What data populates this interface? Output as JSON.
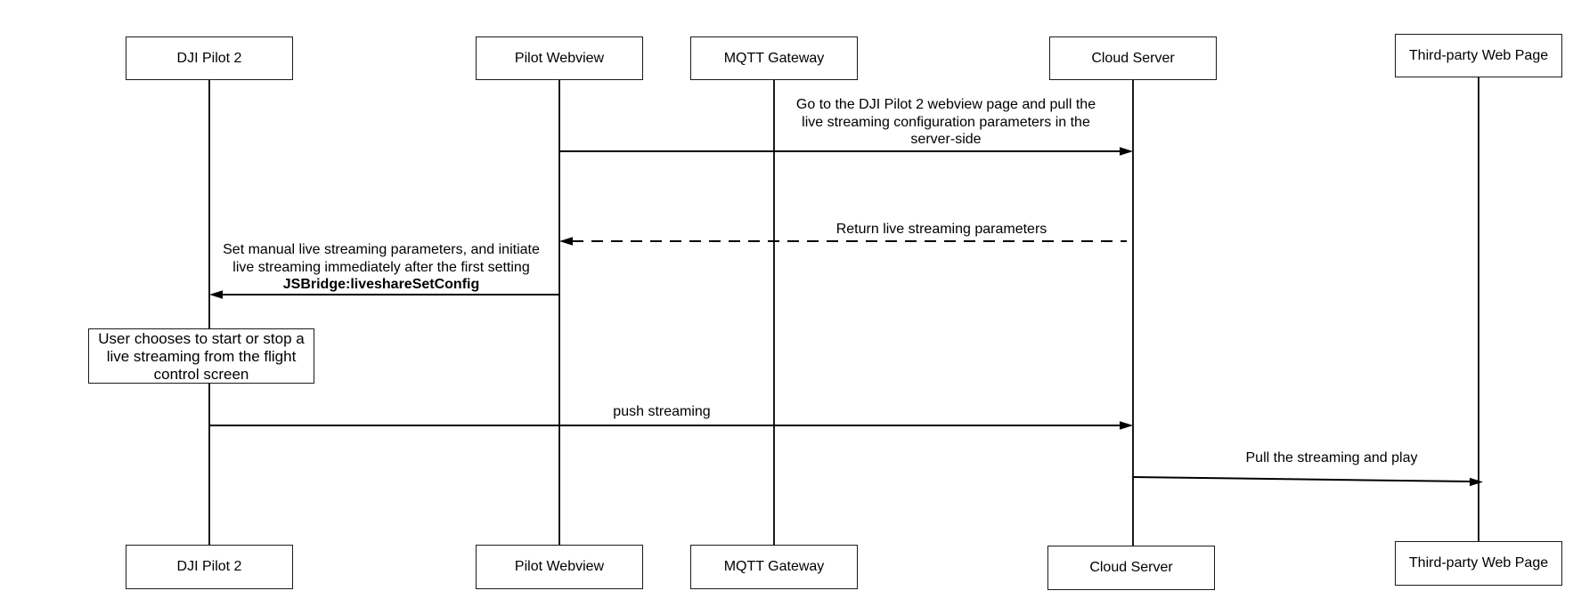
{
  "diagram_type": "uml-sequence",
  "participants": [
    {
      "name": "DJI Pilot 2"
    },
    {
      "name": "Pilot Webview"
    },
    {
      "name": "MQTT Gateway"
    },
    {
      "name": "Cloud Server"
    },
    {
      "name": "Third-party Web Page"
    }
  ],
  "messages": [
    {
      "from": "Pilot Webview",
      "to": "Cloud Server",
      "line_style": "solid",
      "lines": [
        "Go to the DJI Pilot 2 webview page and pull the",
        "live streaming configuration parameters in the",
        "server-side"
      ]
    },
    {
      "from": "Cloud Server",
      "to": "Pilot Webview",
      "line_style": "dashed",
      "lines": [
        "Return live streaming parameters"
      ]
    },
    {
      "from": "Pilot Webview",
      "to": "DJI Pilot 2",
      "line_style": "solid",
      "lines": [
        "Set manual live streaming parameters, and initiate",
        "live streaming immediately after the first setting"
      ],
      "bold_line": "JSBridge:liveshareSetConfig"
    },
    {
      "from": "DJI Pilot 2",
      "to": "Cloud Server",
      "line_style": "solid",
      "lines": [
        "push streaming"
      ]
    },
    {
      "from": "Cloud Server",
      "to": "Third-party Web Page",
      "line_style": "solid",
      "lines": [
        "Pull the streaming and play"
      ]
    }
  ],
  "note": {
    "attached_to": "DJI Pilot 2",
    "lines": [
      "User chooses to start or stop a",
      "live streaming from the flight",
      "control screen"
    ]
  },
  "colors": {
    "line": "#000000",
    "text": "#000000",
    "background": "#ffffff",
    "box_fill": "#ffffff"
  }
}
